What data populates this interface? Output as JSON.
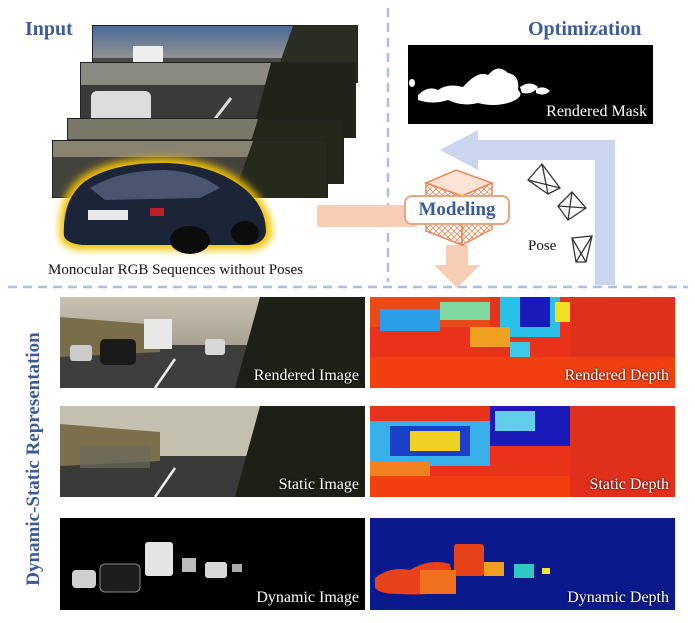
{
  "input": {
    "title": "Input",
    "caption": "Monocular RGB Sequences without Poses"
  },
  "optimization": {
    "title": "Optimization",
    "mask_label": "Rendered Mask",
    "pose_label": "Pose"
  },
  "modeling": {
    "label": "Modeling"
  },
  "representation": {
    "title": "Dynamic-Static Representation",
    "panels": [
      {
        "label": "Rendered Image"
      },
      {
        "label": "Rendered Depth"
      },
      {
        "label": "Static Image"
      },
      {
        "label": "Static Depth"
      },
      {
        "label": "Dynamic Image"
      },
      {
        "label": "Dynamic Depth"
      }
    ]
  },
  "colors": {
    "accent": "#3b5b9a",
    "dash": "#a9bfe3",
    "arrow_blue": "#c9d6ee",
    "arrow_orange": "#f6cdb5",
    "cube": "#e8895a"
  }
}
